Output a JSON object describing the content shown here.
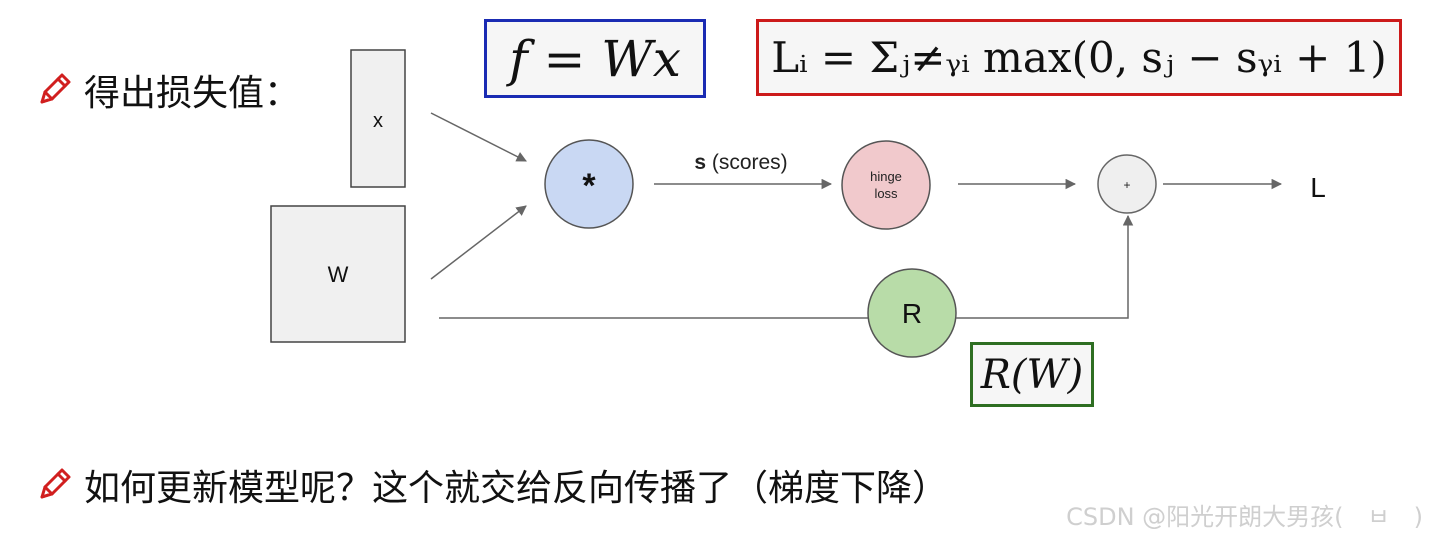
{
  "bullets": {
    "line1": "得出损失值：",
    "line2": "如何更新模型呢？这个就交给反向传播了（梯度下降）"
  },
  "icons": {
    "bullet": "pencil-icon"
  },
  "diagram": {
    "x_label": "x",
    "w_label": "W",
    "multiply_label": "*",
    "scores_bold": "s",
    "scores_rest": " (scores)",
    "hinge_line1": "hinge",
    "hinge_line2": "loss",
    "plus_label": "+",
    "output_label": "L",
    "reg_label": "R"
  },
  "formulas": {
    "f": "f = Wx",
    "loss": "Lᵢ = Σⱼ≠ᵧᵢ max(0, sⱼ − sᵧᵢ + 1)",
    "reg": "R(W)"
  },
  "colors": {
    "multiply_fill": "#c9d8f3",
    "hinge_fill": "#f1c9cc",
    "reg_fill": "#b8dca8",
    "plus_fill": "#efefef",
    "box_fill": "#f0f0f0",
    "f_border": "#1a2bb3",
    "loss_border": "#cc1a1a",
    "reg_border": "#2e6e22",
    "pencil": "#d11f1f"
  },
  "watermark": "CSDN @阳光开朗大男孩(　ㅂ　)"
}
